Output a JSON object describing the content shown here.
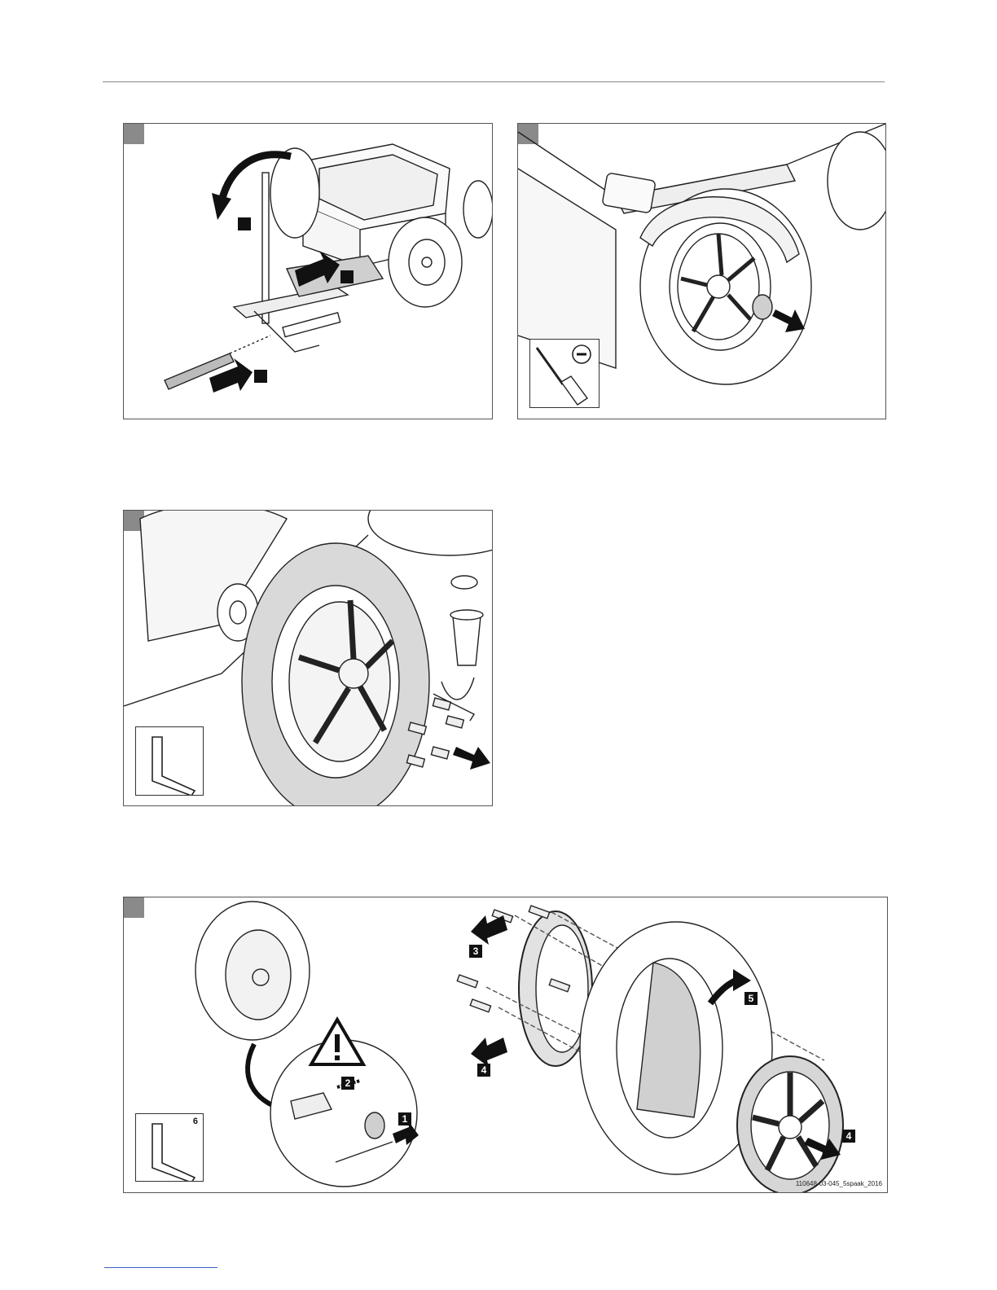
{
  "panels": [
    {
      "id": "p1",
      "badges": [
        "",
        "",
        ""
      ]
    },
    {
      "id": "p2"
    },
    {
      "id": "p3"
    },
    {
      "id": "p4",
      "tool_size": "6",
      "reference": "110648-03-045_5spaak_2016",
      "steps": [
        "1",
        "2",
        "3",
        "4",
        "4",
        "5"
      ]
    }
  ],
  "icons": {
    "screwdriver": "flat-screwdriver-icon",
    "hex_key": "hex-key-icon",
    "bin": "waste-bin-icon",
    "warning": "warning-triangle-icon"
  },
  "colors": {
    "tab": "#8a8a8a",
    "tire": "#d9d9d9",
    "arrow": "#111111"
  }
}
